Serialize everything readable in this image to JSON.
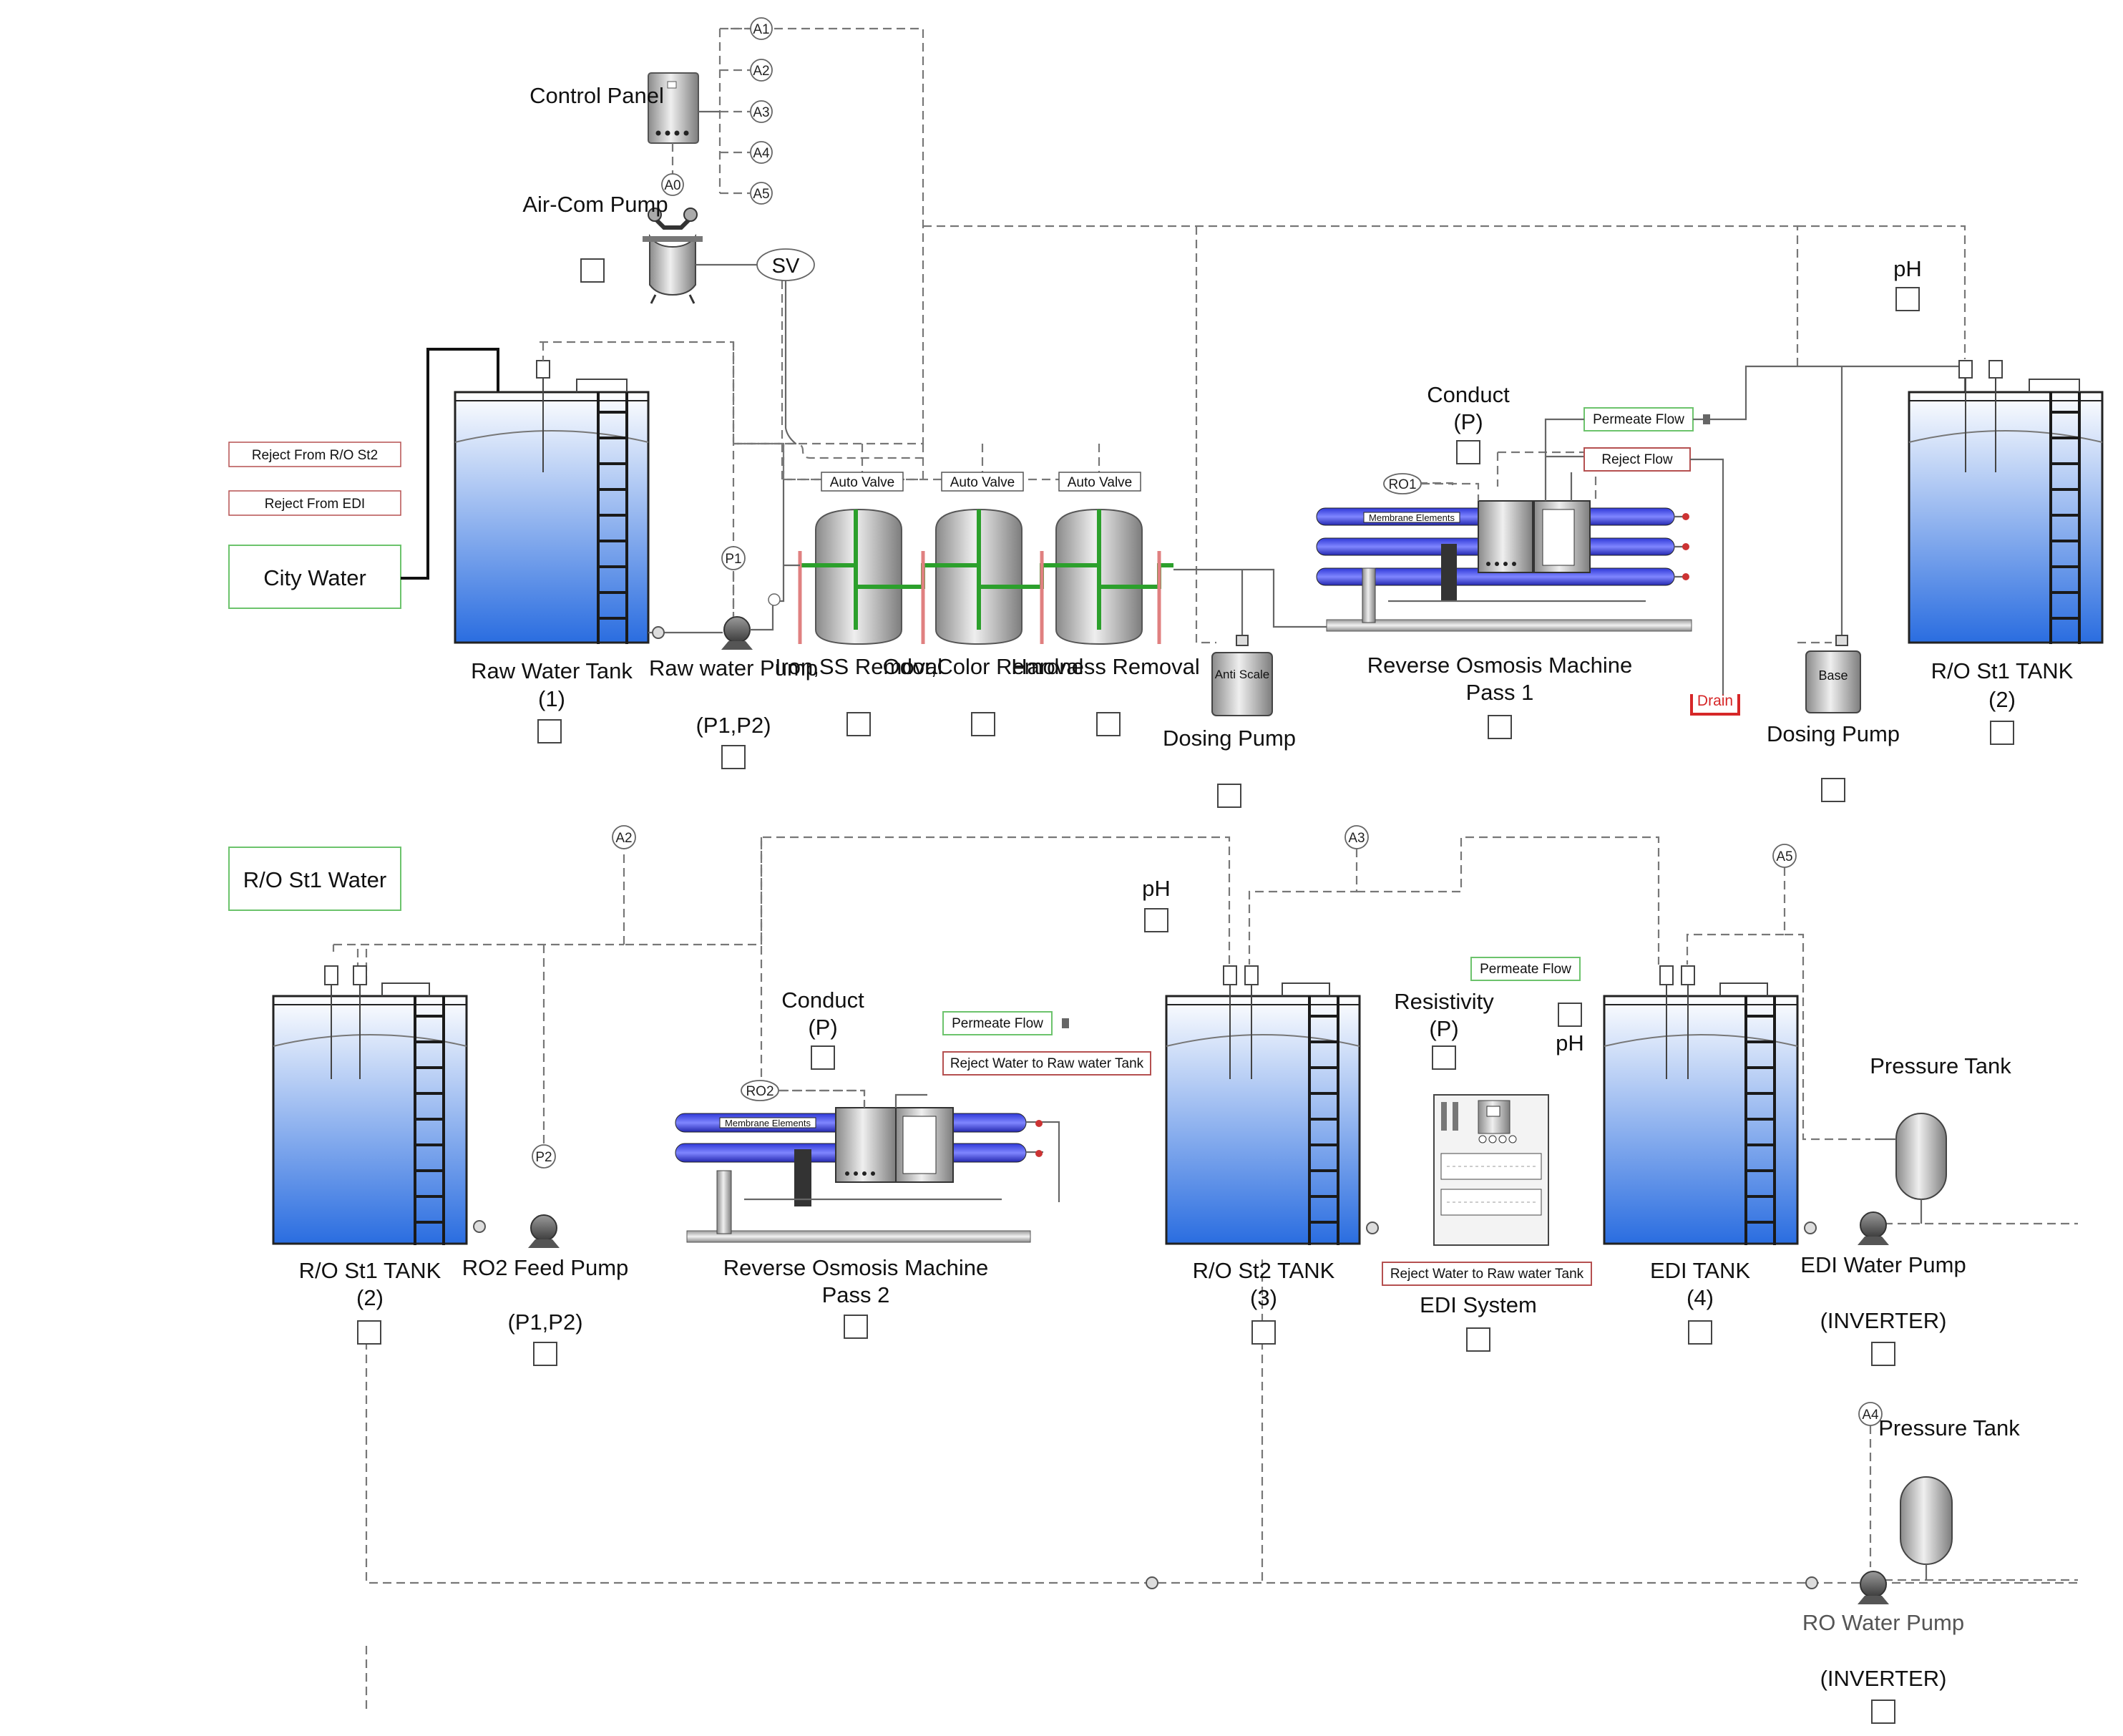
{
  "source_labels": {
    "city_water": "City Water",
    "ro_st1_water": "R/O St1 Water",
    "reject_ro_st2": "Reject From R/O St2",
    "reject_edi": "Reject From EDI"
  },
  "analyzer_tags": [
    "A0",
    "A1",
    "A2",
    "A3",
    "A4",
    "A5"
  ],
  "valve_tags": [
    "P1",
    "P2",
    "RO1",
    "RO2",
    "SV"
  ],
  "equipment": {
    "control_panel": "Control Panel",
    "air_com_pump": "Air-Com Pump",
    "raw_water_tank": "Raw Water Tank",
    "raw_water_tank_no": "(1)",
    "raw_water_pump": "Raw water Pump",
    "raw_water_pump_sub": "(P1,P2)",
    "iron_ss": "Iron,SS Removal",
    "odor_color": "Odor,Color Removal",
    "hardness": "Hardness Removal",
    "anti_scale": "Anti Scale",
    "dosing_pump_1": "Dosing Pump",
    "ro1_machine": "Reverse Osmosis Machine",
    "ro1_pass": "Pass 1",
    "conduct_1": "Conduct",
    "conduct_1_sub": "(P)",
    "permeate_flow_1": "Permeate Flow",
    "reject_flow": "Reject Flow",
    "drain": "Drain",
    "base": "Base",
    "dosing_pump_2": "Dosing Pump",
    "ph_1": "pH",
    "ro_st1_tank_top": "R/O St1 TANK",
    "ro_st1_tank_top_no": "(2)",
    "ro_st1_tank_b": "R/O St1 TANK",
    "ro_st1_tank_b_no": "(2)",
    "ro2_feed_pump": "RO2 Feed Pump",
    "ro2_feed_pump_sub": "(P1,P2)",
    "conduct_2": "Conduct",
    "conduct_2_sub": "(P)",
    "permeate_flow_2": "Permeate Flow",
    "reject_to_raw_1": "Reject Water to Raw water Tank",
    "ro2_machine": "Reverse Osmosis Machine",
    "ro2_pass": "Pass 2",
    "ph_2": "pH",
    "ro_st2_tank": "R/O St2 TANK",
    "ro_st2_tank_no": "(3)",
    "permeate_flow_3": "Permeate Flow",
    "resistivity": "Resistivity",
    "resistivity_sub": "(P)",
    "ph_3": "pH",
    "reject_to_raw_2": "Reject Water to Raw water Tank",
    "edi_system": "EDI System",
    "edi_tank": "EDI TANK",
    "edi_tank_no": "(4)",
    "pressure_tank_1": "Pressure Tank",
    "edi_water_pump": "EDI Water Pump",
    "edi_water_pump_sub": "(INVERTER)",
    "pressure_tank_2": "Pressure Tank",
    "ro_water_pump": "RO Water Pump",
    "ro_water_pump_sub": "(INVERTER)",
    "auto_valve": "Auto Valve",
    "membrane_elements": "Membrane Elements"
  },
  "colors": {
    "water_top": "#ffffff",
    "water_bottom": "#2a6de0",
    "membrane": "#2f38d8",
    "green_pipe": "#2ca02c",
    "red_pipe": "#e08080",
    "drain": "#d62728",
    "green_border": "#6cc36c",
    "red_border": "#b55050"
  }
}
